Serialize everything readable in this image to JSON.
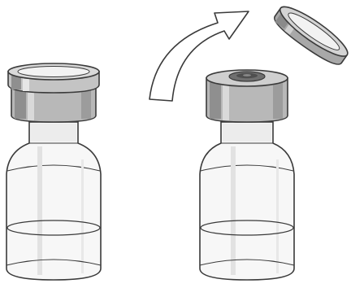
{
  "illustration": {
    "vials": [
      {
        "id": "left",
        "cap_state": "on"
      },
      {
        "id": "right",
        "cap_state": "removed"
      }
    ],
    "arrow": {
      "meaning": "remove-cap"
    },
    "colors": {
      "outline": "#3a3a3a",
      "cap_dark": "#8f8f8f",
      "cap_mid": "#b8b8b8",
      "cap_light": "#d9d9d9",
      "cap_highlight": "#f2f2f2",
      "glass": "#f7f7f7",
      "glass_shade": "#e4e4e4",
      "stopper": "#6f6f6f",
      "background": "#ffffff"
    }
  }
}
